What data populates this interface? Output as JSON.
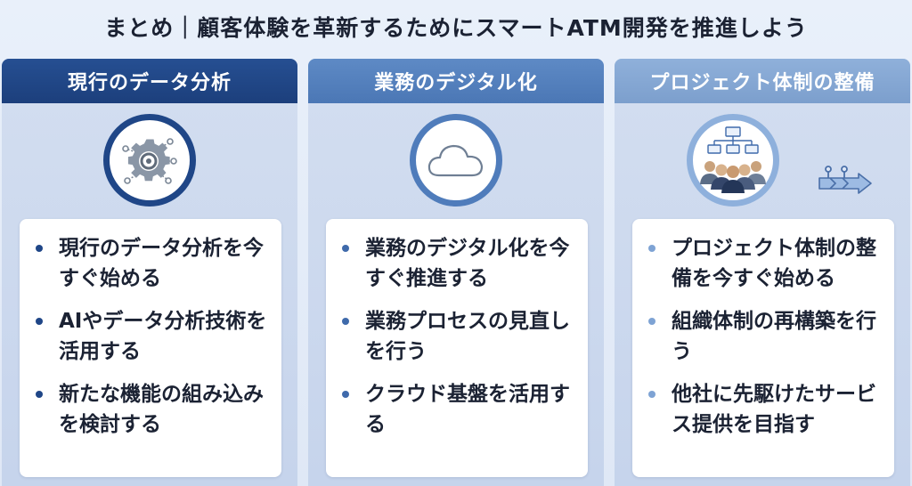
{
  "title": "まとめ｜顧客体験を革新するためにスマートATM開発を推進しよう",
  "columns": [
    {
      "heading": "現行のデータ分析",
      "icon": "gear-analysis-icon",
      "items": [
        "現行のデータ分析を今すぐ始める",
        "AIやデータ分析技術を活用する",
        "新たな機能の組み込みを検討する"
      ]
    },
    {
      "heading": "業務のデジタル化",
      "icon": "cloud-icon",
      "items": [
        "業務のデジタル化を今すぐ推進する",
        "業務プロセスの見直しを行う",
        "クラウド基盤を活用する"
      ]
    },
    {
      "heading": "プロジェクト体制の整備",
      "icon": "org-team-icon",
      "items": [
        "プロジェクト体制の整備を今すぐ始める",
        "組織体制の再構築を行う",
        "他社に先駆けたサービス提供を目指す"
      ]
    }
  ],
  "colors": {
    "col1_header": "#1c3f7c",
    "col2_header": "#4b77b5",
    "col3_header": "#7c9fcd"
  }
}
